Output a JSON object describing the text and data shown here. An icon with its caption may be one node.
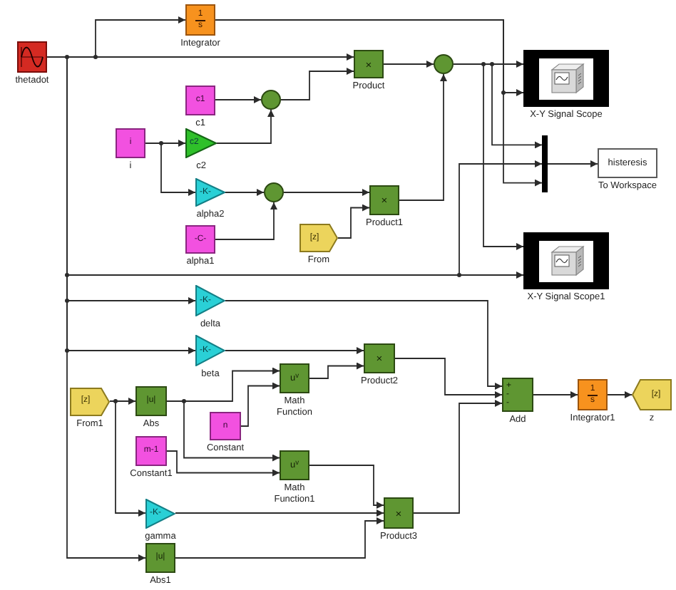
{
  "diagram": {
    "nodes": [
      {
        "text": [],
        "shape": "box",
        "beside": [
          "thetadot"
        ]
      },
      {
        "text": [
          "1",
          "s"
        ],
        "beside": [
          "Integrator"
        ]
      },
      {
        "text": [
          "c1"
        ],
        "beside": [
          "c1"
        ]
      },
      {
        "text": [
          "i"
        ],
        "beside": [
          "i"
        ]
      },
      {
        "text": [
          "c2"
        ],
        "beside": [
          "c2"
        ]
      },
      {
        "text": [
          "-K-"
        ],
        "beside": [
          "alpha2"
        ]
      },
      {
        "text": [
          "-C-"
        ],
        "beside": [
          "alpha1"
        ]
      },
      {
        "text": [],
        "shape": "circle"
      },
      {
        "text": [
          "×"
        ],
        "beside": [
          "Product"
        ]
      },
      {
        "text": [],
        "shape": "circle"
      },
      {
        "text": [
          "[z]"
        ],
        "beside": [
          "From"
        ]
      },
      {
        "text": [
          "×"
        ],
        "beside": [
          "Product1"
        ]
      },
      {
        "text": [],
        "shape": "circle"
      },
      {
        "text": [],
        "shape": "box",
        "beside": [
          "X-Y Signal Scope"
        ]
      },
      {
        "text": [],
        "shape": "bar"
      },
      {
        "text": [
          "histeresis"
        ],
        "beside": [
          "To Workspace"
        ]
      },
      {
        "text": [],
        "shape": "box",
        "beside": [
          "X-Y Signal Scope1"
        ]
      },
      {
        "text": [
          "-K-"
        ],
        "beside": [
          "delta"
        ]
      },
      {
        "text": [
          "-K-"
        ],
        "beside": [
          "beta"
        ]
      },
      {
        "text": [
          "[z]"
        ],
        "beside": [
          "From1"
        ]
      },
      {
        "text": [
          "|u|"
        ],
        "beside": [
          "Abs"
        ]
      },
      {
        "text": [
          "n"
        ],
        "beside": [
          "Constant"
        ]
      },
      {
        "text": [
          "m-1"
        ],
        "beside": [
          "Constant1"
        ]
      },
      {
        "text": [
          "-K-"
        ],
        "beside": [
          "gamma"
        ]
      },
      {
        "text": [
          "|u|"
        ],
        "beside": [
          "Abs1"
        ]
      },
      {
        "text": [
          "u$^{v}$"
        ],
        "beside": [
          "Math Function"
        ]
      },
      {
        "text": [
          "×"
        ],
        "beside": [
          "Product2"
        ]
      },
      {
        "text": [
          "u$^{v}$"
        ],
        "beside": [
          "Math Function1"
        ]
      },
      {
        "text": [
          "×"
        ],
        "beside": [
          "Product3"
        ]
      },
      {
        "text": [
          "+",
          "-",
          "-"
        ],
        "beside": [
          "Add"
        ]
      },
      {
        "text": [
          "1",
          "s"
        ],
        "beside": [
          "Integrator1"
        ]
      },
      {
        "text": [
          "[z]"
        ],
        "beside": [
          "z"
        ]
      }
    ],
    "edges": [
      {
        "from": 0,
        "to": 1,
        "arrow": "to"
      },
      {
        "from": 0,
        "to": 8,
        "arrow": "to"
      },
      {
        "from": 0,
        "to": 16,
        "arrow": "to"
      },
      {
        "from": 0,
        "to": 14,
        "arrow": "to"
      },
      {
        "from": 0,
        "to": 17,
        "arrow": "to"
      },
      {
        "from": 0,
        "to": 18,
        "arrow": "to"
      },
      {
        "from": 0,
        "to": 24,
        "arrow": "to"
      },
      {
        "from": 1,
        "to": 13,
        "arrow": "to"
      },
      {
        "from": 1,
        "to": 14,
        "arrow": "to"
      },
      {
        "from": 2,
        "to": 7,
        "arrow": "to"
      },
      {
        "from": 3,
        "to": 4,
        "arrow": "to"
      },
      {
        "from": 3,
        "to": 5,
        "arrow": "to"
      },
      {
        "from": 4,
        "to": 7,
        "arrow": "to"
      },
      {
        "from": 5,
        "to": 9,
        "arrow": "to"
      },
      {
        "from": 6,
        "to": 9,
        "arrow": "to"
      },
      {
        "from": 7,
        "to": 8,
        "arrow": "to"
      },
      {
        "from": 9,
        "to": 11,
        "arrow": "to"
      },
      {
        "from": 10,
        "to": 11,
        "arrow": "to"
      },
      {
        "from": 8,
        "to": 12,
        "arrow": "to"
      },
      {
        "from": 11,
        "to": 12,
        "arrow": "to"
      },
      {
        "from": 12,
        "to": 13,
        "arrow": "to"
      },
      {
        "from": 12,
        "to": 14,
        "arrow": "to"
      },
      {
        "from": 12,
        "to": 16,
        "arrow": "to"
      },
      {
        "from": 14,
        "to": 15,
        "arrow": "to"
      },
      {
        "from": 17,
        "to": 29,
        "arrow": "to"
      },
      {
        "from": 18,
        "to": 26,
        "arrow": "to"
      },
      {
        "from": 19,
        "to": 20,
        "arrow": "to"
      },
      {
        "from": 19,
        "to": 23,
        "arrow": "to"
      },
      {
        "from": 20,
        "to": 25,
        "arrow": "to"
      },
      {
        "from": 20,
        "to": 27,
        "arrow": "to"
      },
      {
        "from": 21,
        "to": 25,
        "arrow": "to"
      },
      {
        "from": 22,
        "to": 27,
        "arrow": "to"
      },
      {
        "from": 25,
        "to": 26,
        "arrow": "to"
      },
      {
        "from": 27,
        "to": 28,
        "arrow": "to"
      },
      {
        "from": 23,
        "to": 28,
        "arrow": "to"
      },
      {
        "from": 24,
        "to": 28,
        "arrow": "to"
      },
      {
        "from": 26,
        "to": 29,
        "arrow": "to"
      },
      {
        "from": 28,
        "to": 29,
        "arrow": "to"
      },
      {
        "from": 29,
        "to": 30,
        "arrow": "to"
      },
      {
        "from": 30,
        "to": 31,
        "arrow": "to"
      }
    ]
  }
}
